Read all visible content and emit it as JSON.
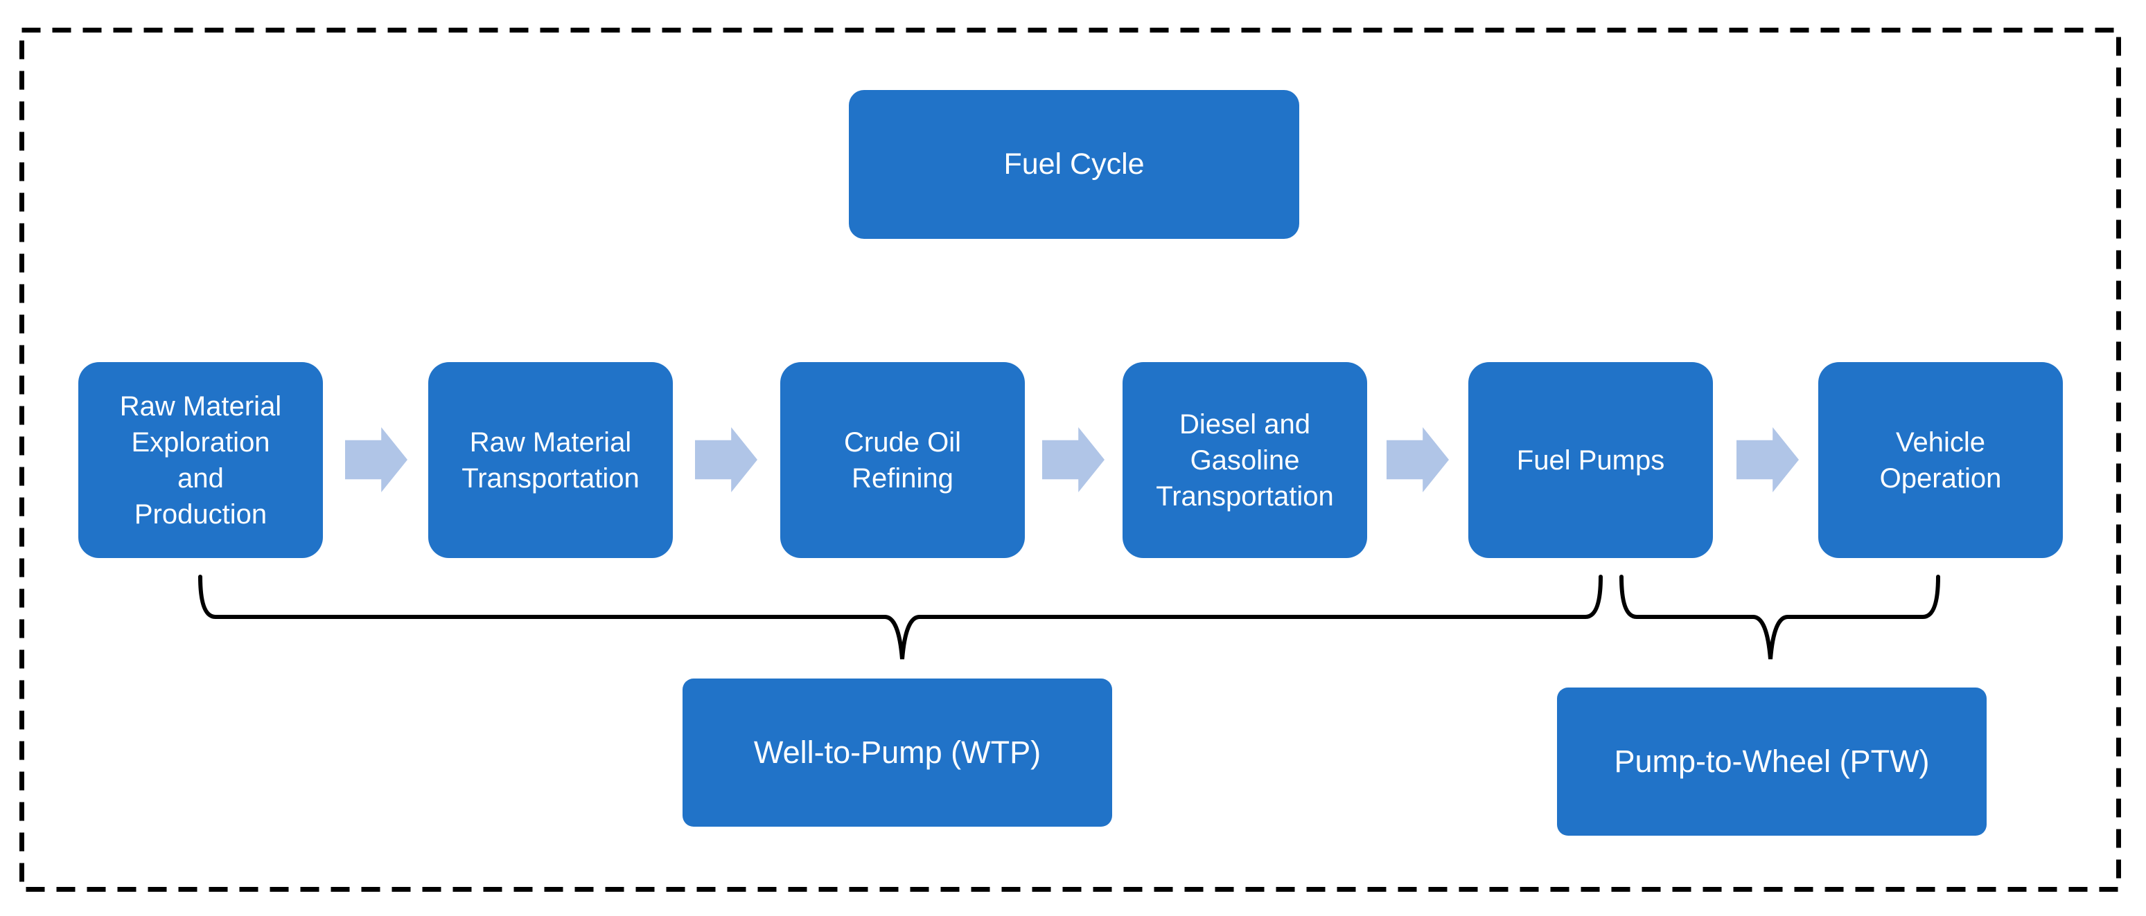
{
  "diagram": {
    "title_box": {
      "label": "Fuel Cycle"
    },
    "process_steps": [
      {
        "label": "Raw Material\nExploration\nand\nProduction"
      },
      {
        "label": "Raw Material\nTransportation"
      },
      {
        "label": "Crude Oil\nRefining"
      },
      {
        "label": "Diesel and\nGasoline\nTransportation"
      },
      {
        "label": "Fuel Pumps"
      },
      {
        "label": "Vehicle\nOperation"
      }
    ],
    "arrows": {
      "count": 5,
      "direction": "right"
    },
    "groups": [
      {
        "label": "Well-to-Pump (WTP)",
        "brace_spans_steps": "1-5"
      },
      {
        "label": "Pump-to-Wheel (PTW)",
        "brace_spans_steps": "5-6"
      }
    ],
    "colors": {
      "box_fill": "#2173c8",
      "arrow_fill": "#b0c5e7",
      "box_text": "#ffffff",
      "line": "#000000",
      "background": "#ffffff"
    }
  }
}
